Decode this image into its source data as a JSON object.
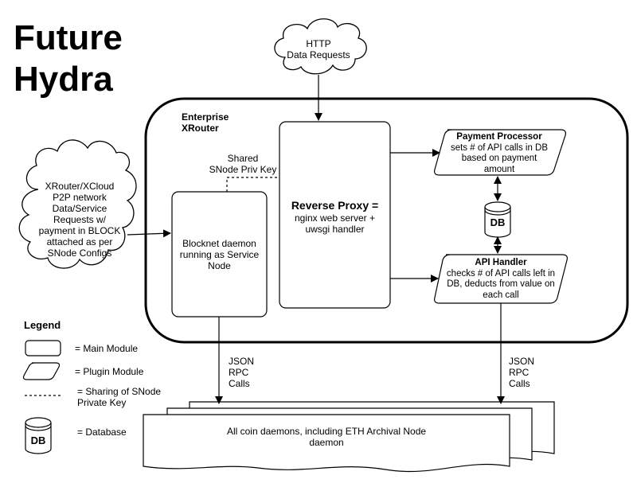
{
  "title": {
    "line1": "Future",
    "line2": "Hydra"
  },
  "http_cloud": {
    "line1": "HTTP",
    "line2": "Data Requests"
  },
  "enterprise": {
    "line1": "Enterprise",
    "line2": "XRouter"
  },
  "shared_key": {
    "line1": "Shared",
    "line2": "SNode Priv Key"
  },
  "left_cloud": {
    "lines": [
      "XRouter/XCloud",
      "P2P network",
      "Data/Service",
      "Requests w/",
      "payment in BLOCK",
      "attached as per",
      "SNode Configs"
    ]
  },
  "blocknet": {
    "lines": [
      "Blocknet daemon",
      "running as Service",
      "Node"
    ]
  },
  "reverse_proxy": {
    "title": "Reverse Proxy =",
    "lines": [
      "nginx web server +",
      "uwsgi handler"
    ]
  },
  "payment_processor": {
    "title": "Payment Processor",
    "lines": [
      "sets # of API calls in DB",
      "based on payment",
      "amount"
    ]
  },
  "db_label": "DB",
  "api_handler": {
    "title": "API Handler",
    "lines": [
      "checks # of API calls left in",
      "DB, deducts from value on",
      "each call"
    ]
  },
  "json_left": {
    "l1": "JSON",
    "l2": "RPC",
    "l3": "Calls"
  },
  "json_right": {
    "l1": "JSON",
    "l2": "RPC",
    "l3": "Calls"
  },
  "coin_daemons": {
    "line1": "All coin daemons, including ETH Archival Node",
    "line2": "daemon"
  },
  "legend": {
    "title": "Legend",
    "main_module": "= Main Module",
    "plugin_module": "= Plugin Module",
    "sharing_line1": "= Sharing of SNode",
    "sharing_line2": "Private Key",
    "db_symbol": "DB",
    "database": "= Database"
  }
}
